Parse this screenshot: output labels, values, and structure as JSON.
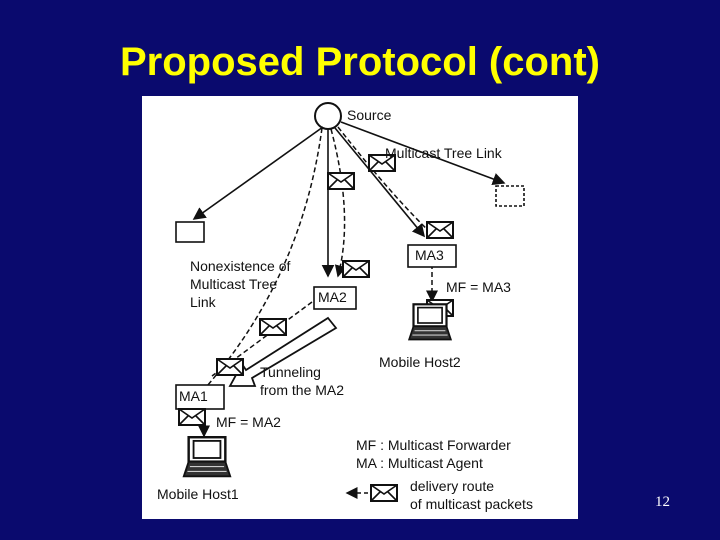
{
  "slide": {
    "title": "Proposed Protocol (cont)",
    "number": "12"
  },
  "diagram": {
    "source": "Source",
    "multicast_tree_link": "Multicast Tree Link",
    "nonexistence_line1": "Nonexistence of",
    "nonexistence_line2": "Multicast Tree",
    "nonexistence_line3": "Link",
    "ma1": "MA1",
    "ma2": "MA2",
    "ma3": "MA3",
    "mf_ma3": "MF = MA3",
    "mf_ma2": "MF = MA2",
    "mobile_host1": "Mobile Host1",
    "mobile_host2": "Mobile Host2",
    "tunneling_line1": "Tunneling",
    "tunneling_line2": "from the MA2",
    "legend_mf": "MF : Multicast Forwarder",
    "legend_ma": "MA : Multicast Agent",
    "legend_route_line1": "delivery route",
    "legend_route_line2": "of multicast packets"
  }
}
